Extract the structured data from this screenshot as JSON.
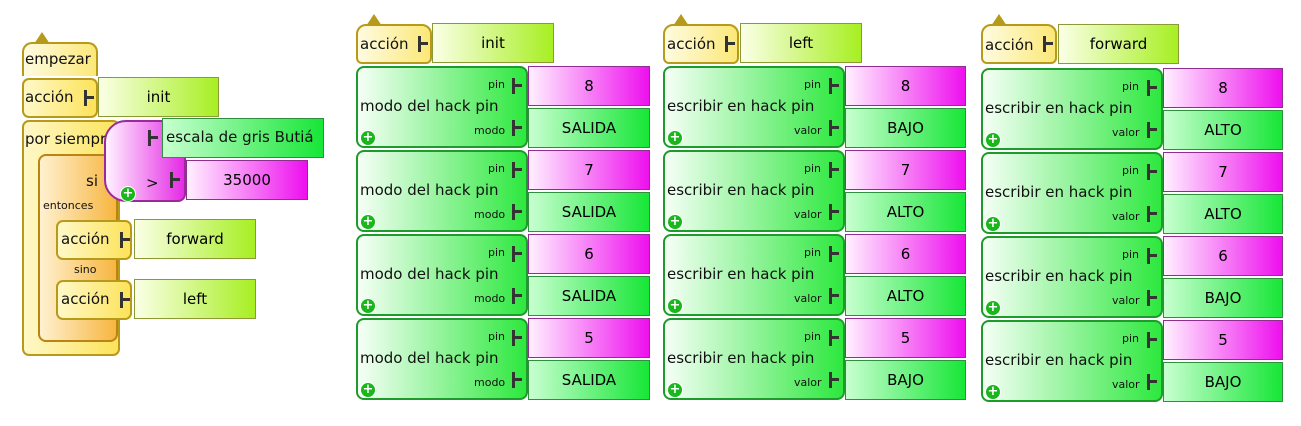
{
  "left_stack": {
    "start_label": "empezar",
    "action_label": "acción",
    "action_name": "init",
    "forever_label": "por siempre",
    "if_label": "si",
    "then_label": "entonces",
    "else_label": "sino",
    "sensor_label": "escala de gris Butiá",
    "gt_label": ">",
    "threshold": "35000",
    "then_action_label": "acción",
    "then_action_name": "forward",
    "else_action_label": "acción",
    "else_action_name": "left"
  },
  "stacks": [
    {
      "header_label": "acción",
      "name": "init",
      "rows": [
        {
          "label": "modo del hack pin",
          "top_param": "pin",
          "bottom_param": "modo",
          "top_value": "8",
          "bottom_value": "SALIDA"
        },
        {
          "label": "modo del hack pin",
          "top_param": "pin",
          "bottom_param": "modo",
          "top_value": "7",
          "bottom_value": "SALIDA"
        },
        {
          "label": "modo del hack pin",
          "top_param": "pin",
          "bottom_param": "modo",
          "top_value": "6",
          "bottom_value": "SALIDA"
        },
        {
          "label": "modo del hack pin",
          "top_param": "pin",
          "bottom_param": "modo",
          "top_value": "5",
          "bottom_value": "SALIDA"
        }
      ]
    },
    {
      "header_label": "acción",
      "name": "left",
      "rows": [
        {
          "label": "escribir en hack pin",
          "top_param": "pin",
          "bottom_param": "valor",
          "top_value": "8",
          "bottom_value": "BAJO"
        },
        {
          "label": "escribir en hack pin",
          "top_param": "pin",
          "bottom_param": "valor",
          "top_value": "7",
          "bottom_value": "ALTO"
        },
        {
          "label": "escribir en hack pin",
          "top_param": "pin",
          "bottom_param": "valor",
          "top_value": "6",
          "bottom_value": "ALTO"
        },
        {
          "label": "escribir en hack pin",
          "top_param": "pin",
          "bottom_param": "valor",
          "top_value": "5",
          "bottom_value": "BAJO"
        }
      ]
    },
    {
      "header_label": "acción",
      "name": "forward",
      "rows": [
        {
          "label": "escribir en hack pin",
          "top_param": "pin",
          "bottom_param": "valor",
          "top_value": "8",
          "bottom_value": "ALTO"
        },
        {
          "label": "escribir en hack pin",
          "top_param": "pin",
          "bottom_param": "valor",
          "top_value": "7",
          "bottom_value": "ALTO"
        },
        {
          "label": "escribir en hack pin",
          "top_param": "pin",
          "bottom_param": "valor",
          "top_value": "6",
          "bottom_value": "BAJO"
        },
        {
          "label": "escribir en hack pin",
          "top_param": "pin",
          "bottom_param": "valor",
          "top_value": "5",
          "bottom_value": "BAJO"
        }
      ]
    }
  ],
  "icons": {
    "add": "plus-icon",
    "connector": "socket-connector-icon"
  }
}
